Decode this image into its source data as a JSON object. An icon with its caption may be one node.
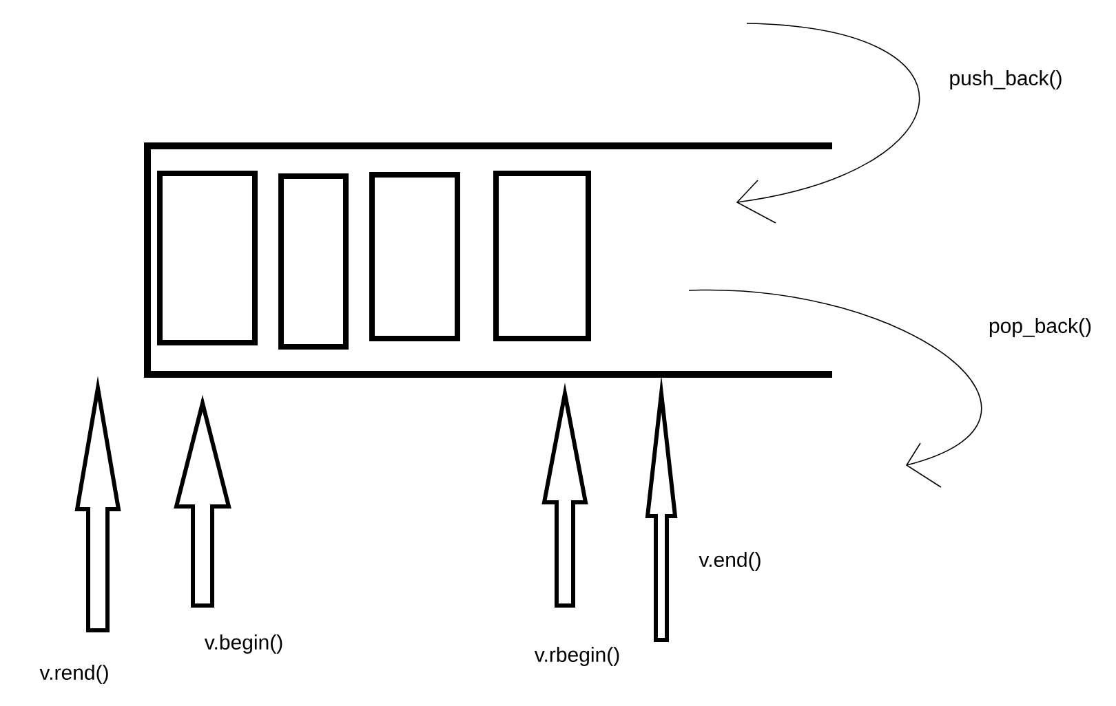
{
  "diagram": {
    "labels": [
      "push_back()",
      "pop_back()",
      "v.end()",
      "v.begin()",
      "v.rbegin()",
      "v.rend()"
    ]
  }
}
